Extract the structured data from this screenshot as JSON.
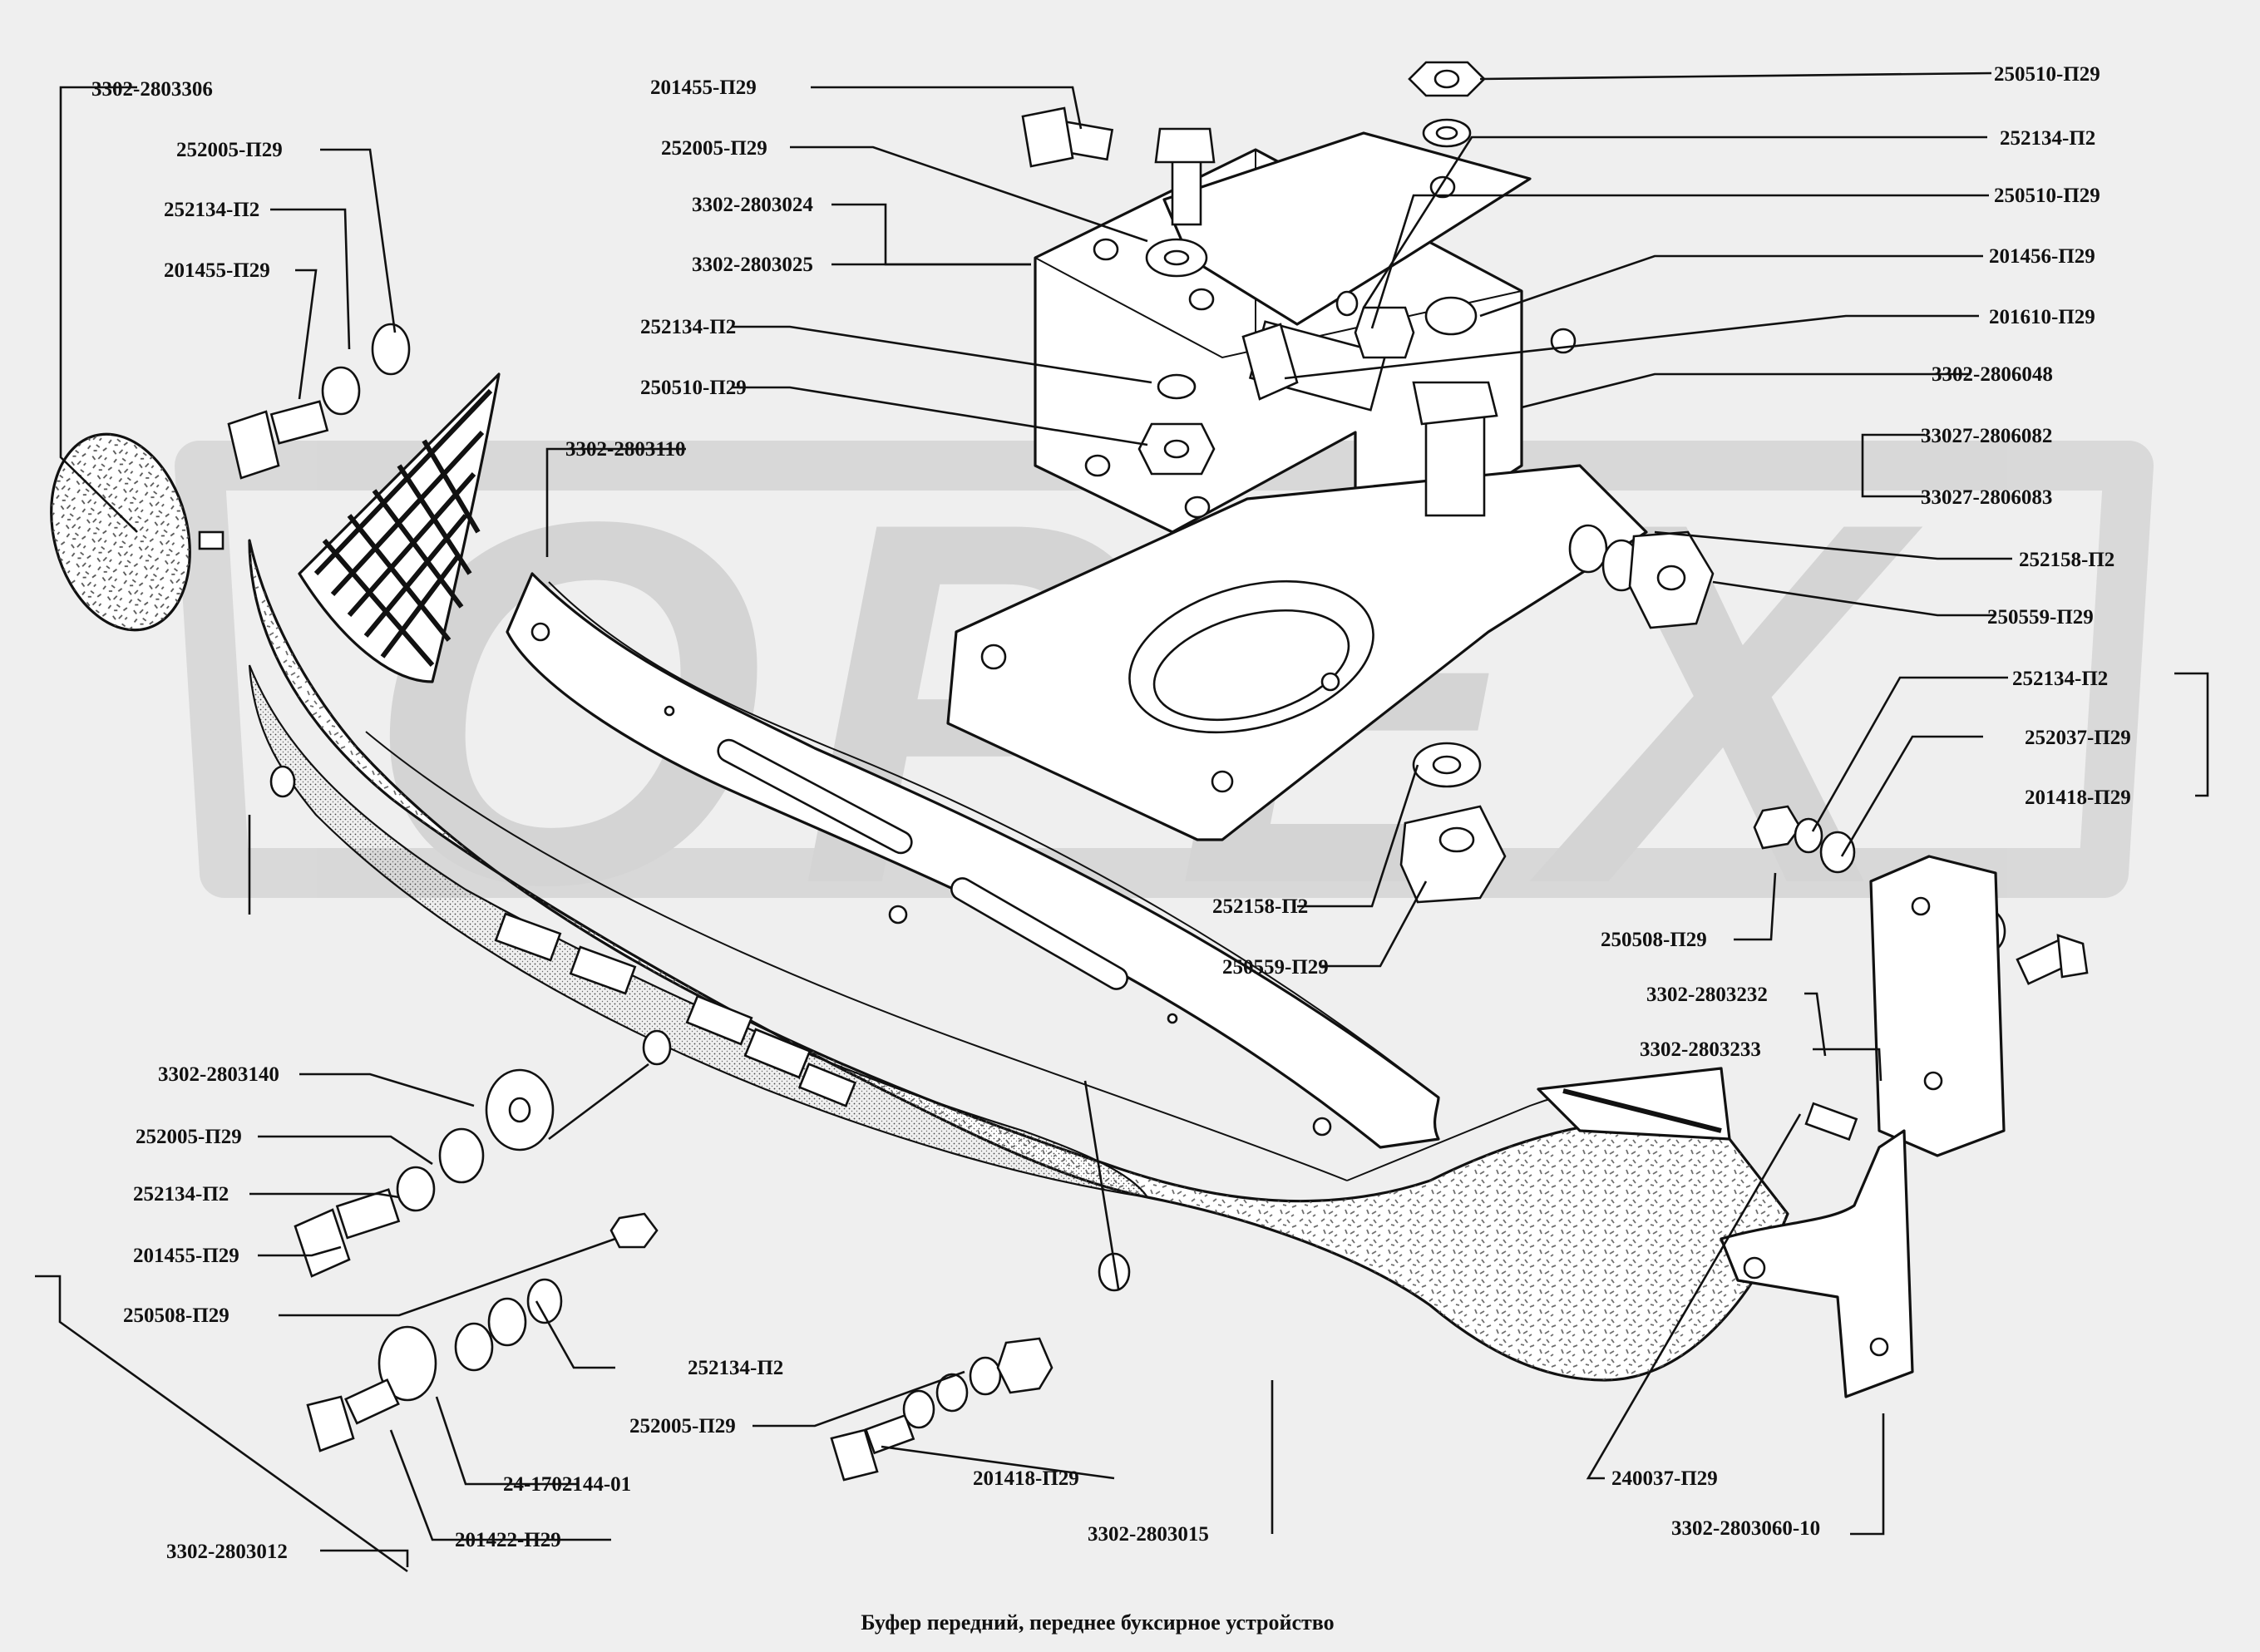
{
  "caption": "Буфер передний, переднее буксирное устройство",
  "watermark": {
    "text": "ОРЕХ",
    "color": "#d2d2d2"
  },
  "colors": {
    "background": "#efefef",
    "line": "#111111",
    "part_fill": "#ffffff",
    "speckle": "#6a6a6a"
  },
  "labels": {
    "l1": "3302-2803306",
    "l2": "252005-П29",
    "l3": "252134-П2",
    "l4": "201455-П29",
    "l5": "201455-П29",
    "l6": "252005-П29",
    "l7": "3302-2803024",
    "l8": "3302-2803025",
    "l9": "252134-П2",
    "l10": "250510-П29",
    "l11": "3302-2803110",
    "l12": "250510-П29",
    "l13": "252134-П2",
    "l14": "250510-П29",
    "l15": "201456-П29",
    "l16": "201610-П29",
    "l17": "3302-2806048",
    "l18": "33027-2806082",
    "l19": "33027-2806083",
    "l20": "252158-П2",
    "l21": "250559-П29",
    "l22": "252134-П2",
    "l23": "252037-П29",
    "l24": "201418-П29",
    "l25": "252158-П2",
    "l26": "250559-П29",
    "l27": "250508-П29",
    "l28": "3302-2803232",
    "l29": "3302-2803233",
    "l30": "3302-2803140",
    "l31": "252005-П29",
    "l32": "252134-П2",
    "l33": "201455-П29",
    "l34": "250508-П29",
    "l35": "252134-П2",
    "l36": "252005-П29",
    "l37": "201418-П29",
    "l38": "24-1702144-01",
    "l39": "201422-П29",
    "l40": "3302-2803012",
    "l41": "3302-2803015",
    "l42": "240037-П29",
    "l43": "3302-2803060-10"
  }
}
